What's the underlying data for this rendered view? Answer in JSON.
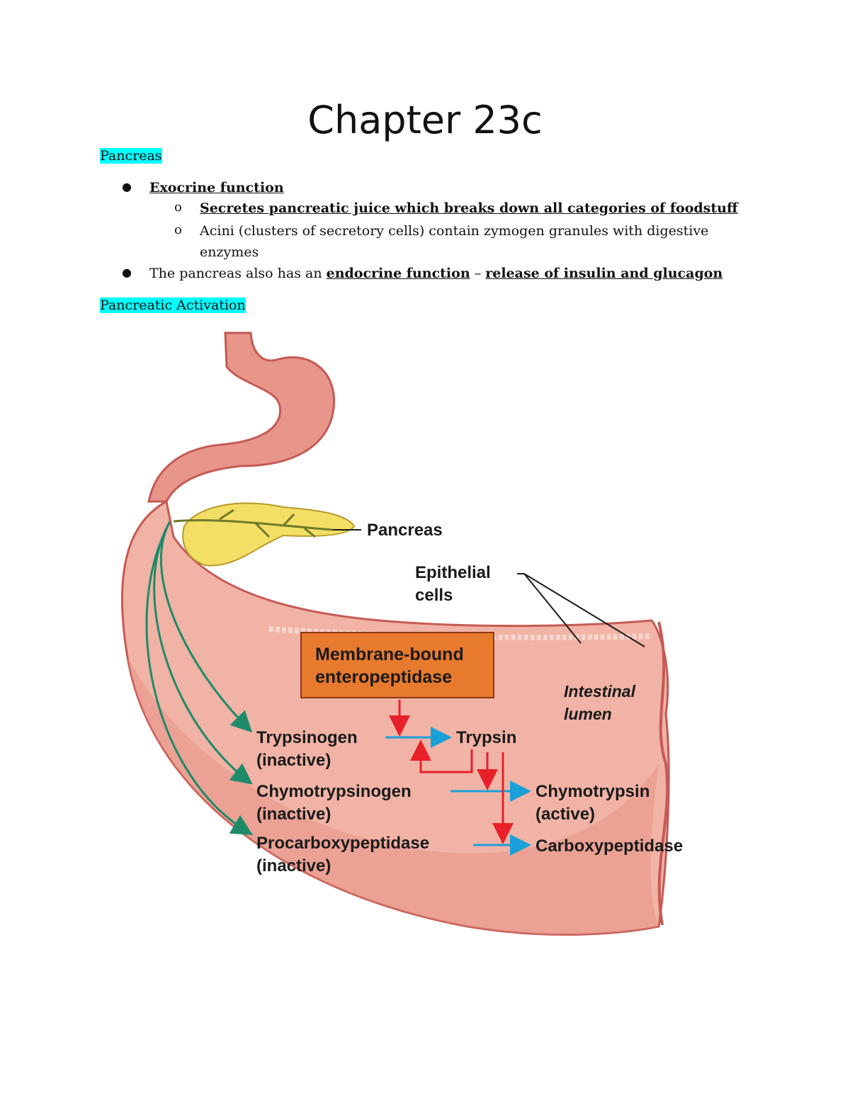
{
  "doc": {
    "title": "Chapter 23c",
    "section1": "Pancreas",
    "b1": "Exocrine function",
    "b1a": "Secretes pancreatic juice which breaks down all categories of foodstuff",
    "b1b_line1": "Acini (clusters of secretory cells) contain zymogen granules with digestive",
    "b1b_line2": "enzymes",
    "b2_pre": "The pancreas also has an",
    "b2_bold1": "endocrine function",
    "b2_dash": "–",
    "b2_bold2": "release of insulin and glucagon",
    "section2": "Pancreatic Activation"
  },
  "figure": {
    "pancreas": "Pancreas",
    "epi1": "Epithelial",
    "epi2": "cells",
    "box1": "Membrane-bound",
    "box2": "enteropeptidase",
    "lumen1": "Intestinal",
    "lumen2": "lumen",
    "tgen": "Trypsinogen",
    "inactive": "(inactive)",
    "trypsin": "Trypsin",
    "ctgen": "Chymotrypsinogen",
    "pcp": "Procarboxypeptidase",
    "ct": "Chymotrypsin",
    "active": "(active)",
    "cp": "Carboxypeptidase"
  },
  "colors": {
    "highlight": "#00ffff",
    "box": "#e87a2e",
    "red_arrow": "#e8202a",
    "blue_arrow": "#1aa0d8",
    "green_arrow": "#1f8a6a"
  }
}
